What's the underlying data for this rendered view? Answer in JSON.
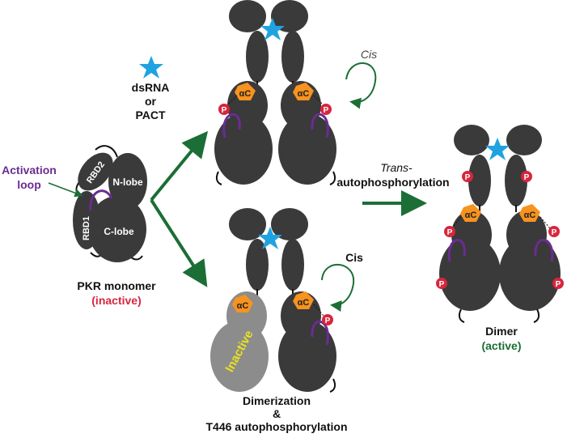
{
  "colors": {
    "domain": "#3a3a3a",
    "inactive_domain": "#8c8c8c",
    "alpha_c": "#f7931e",
    "phospho": "#d7263d",
    "activation_loop": "#6a2c91",
    "arrow": "#1b6e35",
    "star": "#1fa3e0",
    "inactive_text": "#e7e21f",
    "label": "#111111"
  },
  "icons": [
    "star-icon",
    "phospho-icon",
    "arrow-icon",
    "cycle-arrow-icon"
  ],
  "labels": {
    "activation_loop_1": "Activation",
    "activation_loop_2": "loop",
    "rbd1": "RBD1",
    "rbd2": "RBD2",
    "n_lobe": "N-lobe",
    "c_lobe": "C-lobe",
    "monomer": "PKR monomer",
    "monomer_state": "(inactive)",
    "ligand_1": "dsRNA",
    "ligand_2": "or",
    "ligand_3": "PACT",
    "cis_top": "Cis",
    "cis_bottom": "Cis",
    "trans_1": "Trans-",
    "trans_2": "autophosphorylation",
    "alpha_c": "αC",
    "phospho": "P",
    "inactive": "Inactive",
    "dimerization_1": "Dimerization",
    "dimerization_2": "&",
    "dimerization_3": "T446 autophosphorylation",
    "dimer": "Dimer",
    "dimer_state": "(active)"
  }
}
